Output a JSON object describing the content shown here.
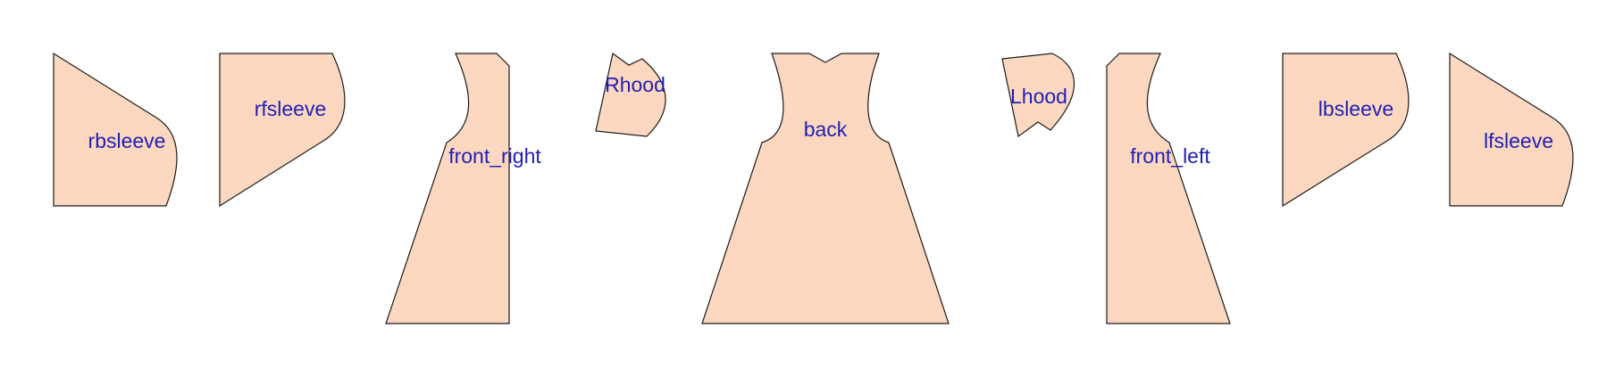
{
  "colors": {
    "background": "#ffffff",
    "piece_fill": "#fdd8c0",
    "piece_stroke": "#1a1a1a",
    "label_color": "#1f1fb4"
  },
  "pieces": {
    "rbsleeve": {
      "label": "rbsleeve"
    },
    "rfsleeve": {
      "label": "rfsleeve"
    },
    "front_right": {
      "label": "front_right"
    },
    "rhood": {
      "label": "Rhood"
    },
    "back": {
      "label": "back"
    },
    "lhood": {
      "label": "Lhood"
    },
    "front_left": {
      "label": "front_left"
    },
    "lbsleeve": {
      "label": "lbsleeve"
    },
    "lfsleeve": {
      "label": "lfsleeve"
    }
  }
}
